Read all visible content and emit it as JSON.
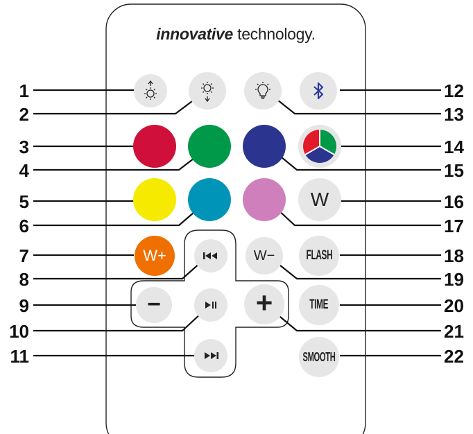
{
  "brand": {
    "bold": "innovative",
    "rest": " technology."
  },
  "callouts": {
    "left": [
      "1",
      "2",
      "3",
      "4",
      "5",
      "6",
      "7",
      "8",
      "9",
      "10",
      "11"
    ],
    "right": [
      "12",
      "13",
      "14",
      "15",
      "16",
      "17",
      "18",
      "19",
      "20",
      "21",
      "22"
    ]
  },
  "buttons": {
    "w_label": "W",
    "w_plus_label": "W+",
    "w_minus_label": "W−",
    "flash_label": "FLASH",
    "time_label": "TIME",
    "smooth_label": "SMOOTH",
    "minus_label": "−",
    "plus_label": "+"
  },
  "colors": {
    "red": "#d0103a",
    "green": "#00994a",
    "blue": "#2b3590",
    "yellow": "#f6ea00",
    "cyan": "#0094b8",
    "pink": "#d07fbd",
    "orange": "#ef7000",
    "button_gray": "#e6e6e6",
    "bluetooth": "#2b3aa0"
  },
  "icons": [
    "brightness-up-icon",
    "brightness-down-icon",
    "bulb-icon",
    "bluetooth-icon",
    "rgb-wheel-icon",
    "previous-track-icon",
    "play-pause-icon",
    "next-track-icon"
  ]
}
